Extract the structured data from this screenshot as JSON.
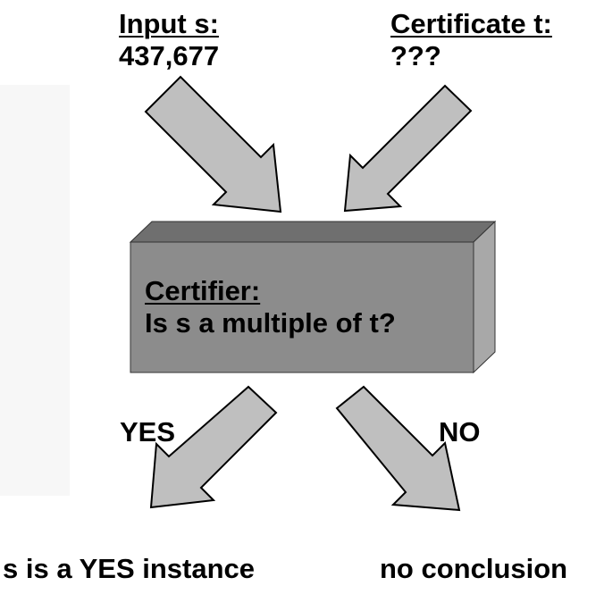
{
  "inputs": {
    "input_title": "Input s:",
    "input_value": "437,677",
    "certificate_title": "Certificate t:",
    "certificate_value": "???"
  },
  "certifier": {
    "title": "Certifier:",
    "question": "Is s a multiple of t?"
  },
  "branches": {
    "yes_label": "YES",
    "no_label": "NO"
  },
  "outcomes": {
    "yes_result": "s is a YES instance",
    "no_result": "no conclusion"
  },
  "colors": {
    "box_front": "#8c8c8c",
    "box_top": "#6f6f6f",
    "box_side": "#a8a8a8",
    "arrow_fill": "#bfbfbf",
    "outline": "#000000"
  }
}
